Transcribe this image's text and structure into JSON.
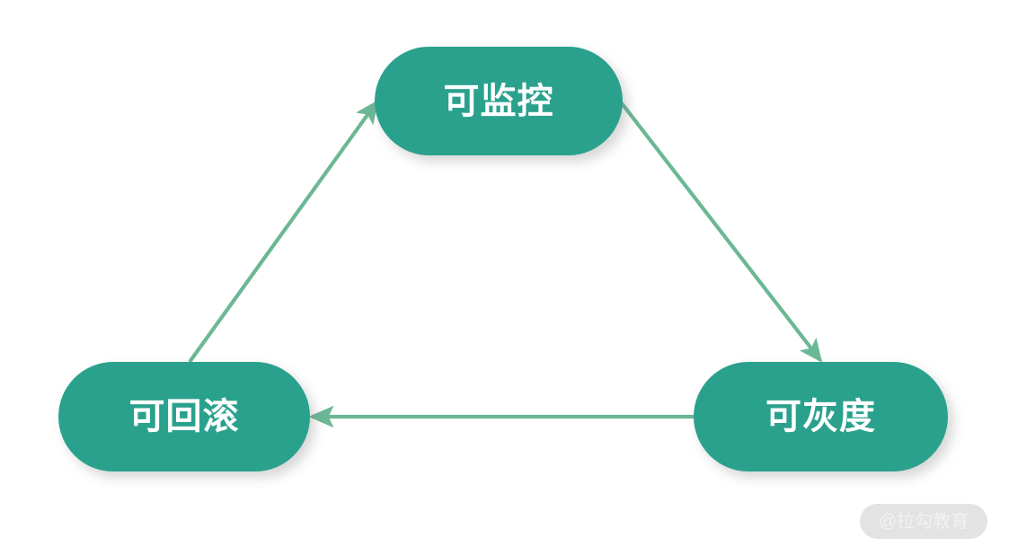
{
  "diagram": {
    "title": "",
    "background_color": "#ffffff",
    "node_fill_color": "#2aa18d",
    "node_text_color": "#ffffff",
    "edge_color": "#6cb795",
    "nodes": [
      {
        "id": "monitor",
        "label": "可监控"
      },
      {
        "id": "rollback",
        "label": "可回滚"
      },
      {
        "id": "grayscale",
        "label": "可灰度"
      }
    ],
    "edges": [
      {
        "from": "rollback",
        "to": "monitor",
        "direction": "up-right",
        "arrowhead": "at-target"
      },
      {
        "from": "monitor",
        "to": "grayscale",
        "direction": "down-right",
        "arrowhead": "at-target"
      },
      {
        "from": "grayscale",
        "to": "rollback",
        "direction": "left",
        "arrowhead": "at-target"
      }
    ]
  },
  "watermark": {
    "text": "@拉勾教育"
  }
}
